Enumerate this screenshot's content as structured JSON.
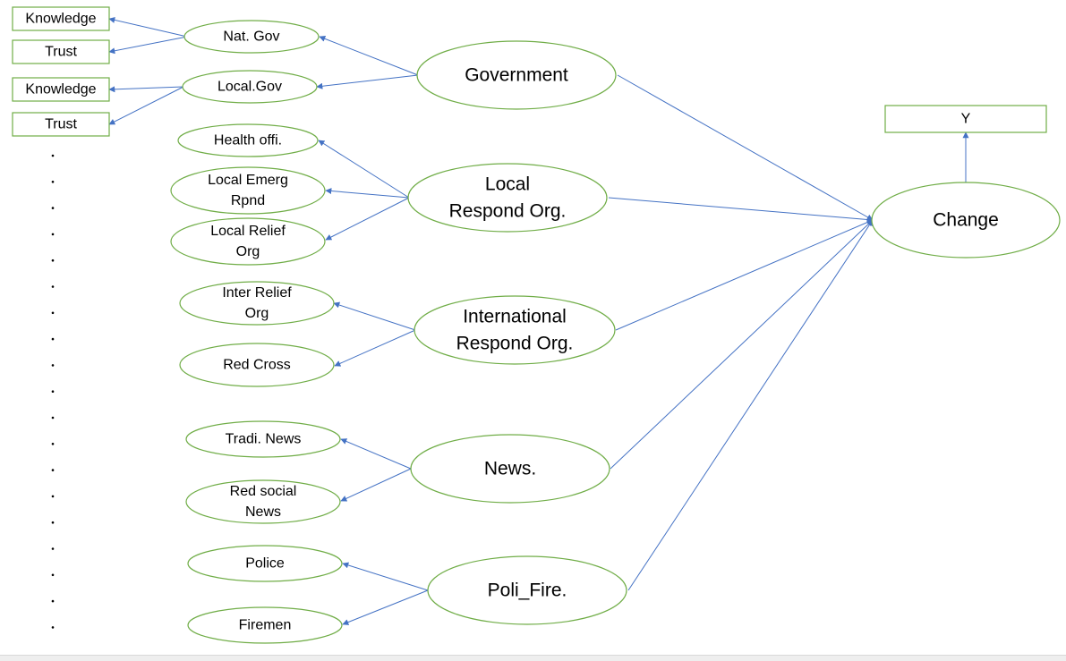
{
  "diagram": {
    "outcome_box": "Y",
    "change_node": "Change",
    "groups": [
      {
        "label": [
          "Government"
        ],
        "children": [
          {
            "label": [
              "Nat. Gov"
            ],
            "indicators": [
              "Knowledge",
              "Trust"
            ]
          },
          {
            "label": [
              "Local.Gov"
            ],
            "indicators": [
              "Knowledge",
              "Trust"
            ]
          }
        ]
      },
      {
        "label": [
          "Local",
          "Respond Org."
        ],
        "children": [
          {
            "label": [
              "Health offi."
            ]
          },
          {
            "label": [
              "Local Emerg",
              "Rpnd"
            ]
          },
          {
            "label": [
              "Local Relief",
              "Org"
            ]
          }
        ]
      },
      {
        "label": [
          "International",
          "Respond Org."
        ],
        "children": [
          {
            "label": [
              "Inter Relief",
              "Org"
            ]
          },
          {
            "label": [
              "Red Cross"
            ]
          }
        ]
      },
      {
        "label": [
          "News."
        ],
        "children": [
          {
            "label": [
              "Tradi. News"
            ]
          },
          {
            "label": [
              "Red social",
              "News"
            ]
          }
        ]
      },
      {
        "label": [
          "Poli_Fire."
        ],
        "children": [
          {
            "label": [
              "Police"
            ]
          },
          {
            "label": [
              "Firemen"
            ]
          }
        ]
      }
    ],
    "continuation_dots": 19
  },
  "colors": {
    "shape_stroke": "#70ad47",
    "arrow": "#4472c4",
    "text": "#000000"
  }
}
